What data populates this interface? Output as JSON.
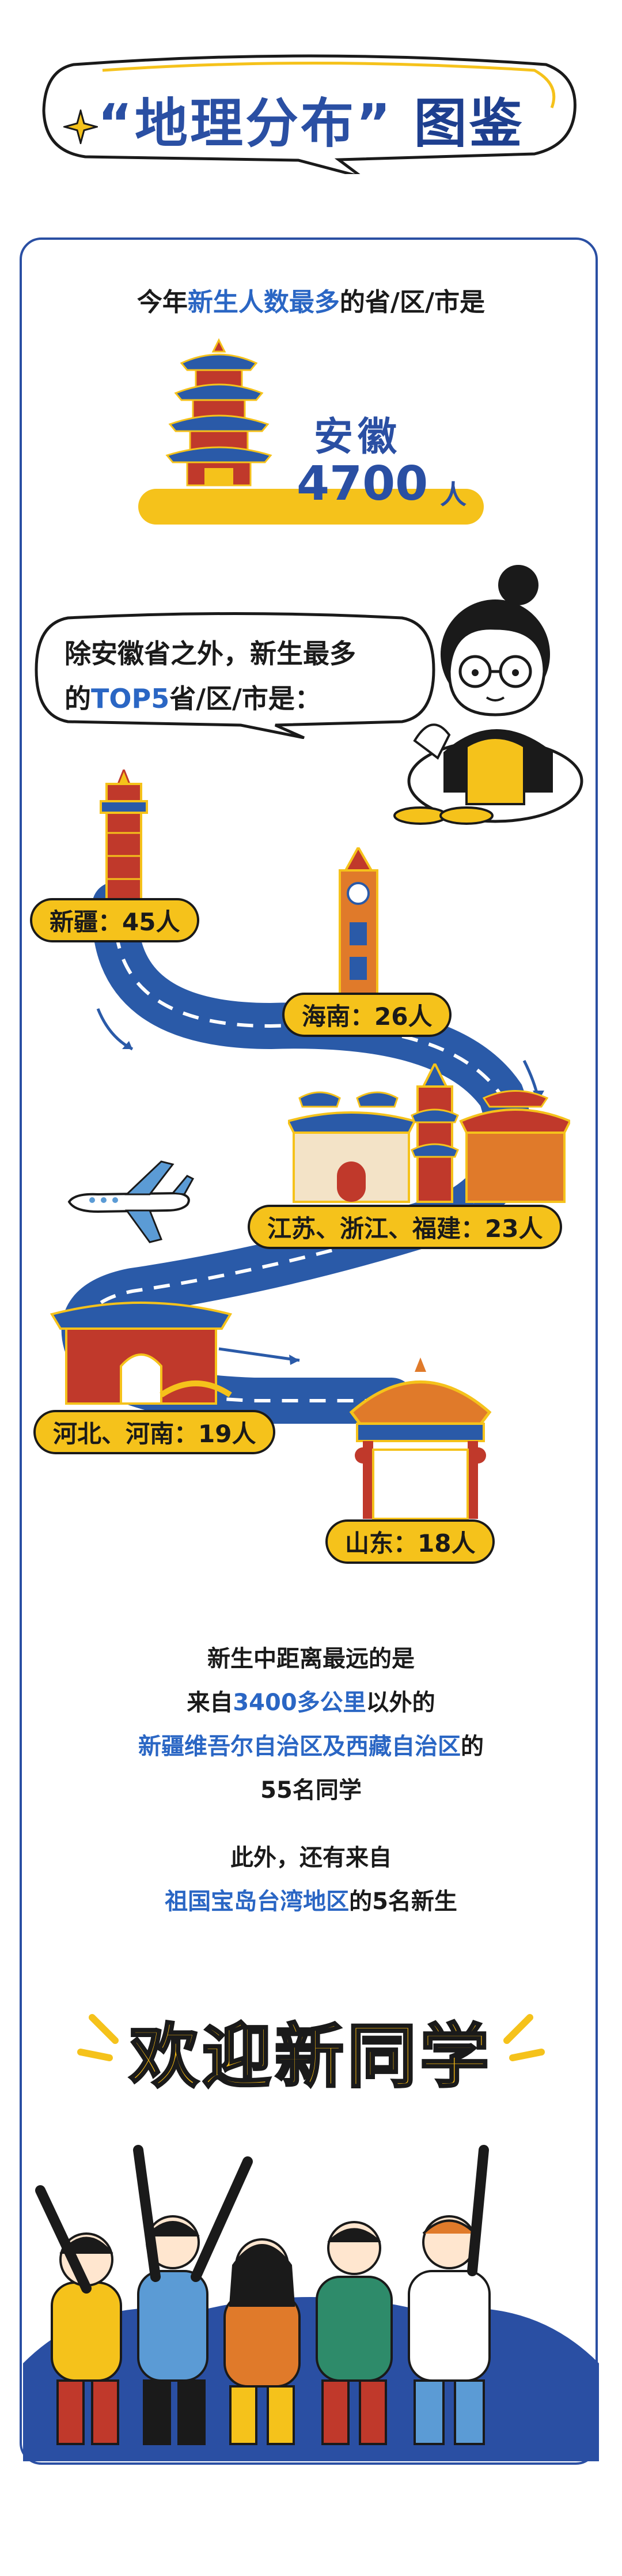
{
  "title": {
    "quote_open": "“",
    "main": "地理分布",
    "quote_close": "”",
    "suffix": "图鉴"
  },
  "top_province": {
    "heading_pre": "今年",
    "heading_highlight": "新生人数最多",
    "heading_post": "的省/区/市是",
    "name": "安徽",
    "count": "4700",
    "unit": "人"
  },
  "speech": {
    "line1": "除安徽省之外，新生最多",
    "line2_pre": "的",
    "line2_highlight": "TOP5",
    "line2_post": "省/区/市是："
  },
  "top5": [
    {
      "label": "新疆：45人",
      "count": 45
    },
    {
      "label": "海南：26人",
      "count": 26
    },
    {
      "label": "江苏、浙江、福建：23人",
      "count": 23
    },
    {
      "label": "河北、河南：19人",
      "count": 19
    },
    {
      "label": "山东：18人",
      "count": 18
    }
  ],
  "facts": {
    "p1_line1": "新生中距离最远的是",
    "p1_line2_pre": "来自",
    "p1_line2_highlight": "3400多公里",
    "p1_line2_post": "以外的",
    "p1_line3_highlight": "新疆维吾尔自治区及西藏自治区",
    "p1_line3_post": "的",
    "p1_line4": "55名同学",
    "p2_line1": "此外，还有来自",
    "p2_line2_highlight": "祖国宝岛台湾地区",
    "p2_line2_post": "的5名新生"
  },
  "welcome": "欢迎新同学",
  "colors": {
    "brand_blue": "#2a4fa3",
    "highlight_blue": "#2a66c4",
    "label_yellow": "#f5c21b",
    "road_blue": "#2a5aa8"
  },
  "icons": [
    "sparkle-icon",
    "pagoda-icon",
    "girl-with-glasses-icon",
    "tower-icon",
    "clock-tower-icon",
    "palace-icon",
    "airplane-icon",
    "gate-icon",
    "pavilion-icon",
    "students-group-icon"
  ]
}
